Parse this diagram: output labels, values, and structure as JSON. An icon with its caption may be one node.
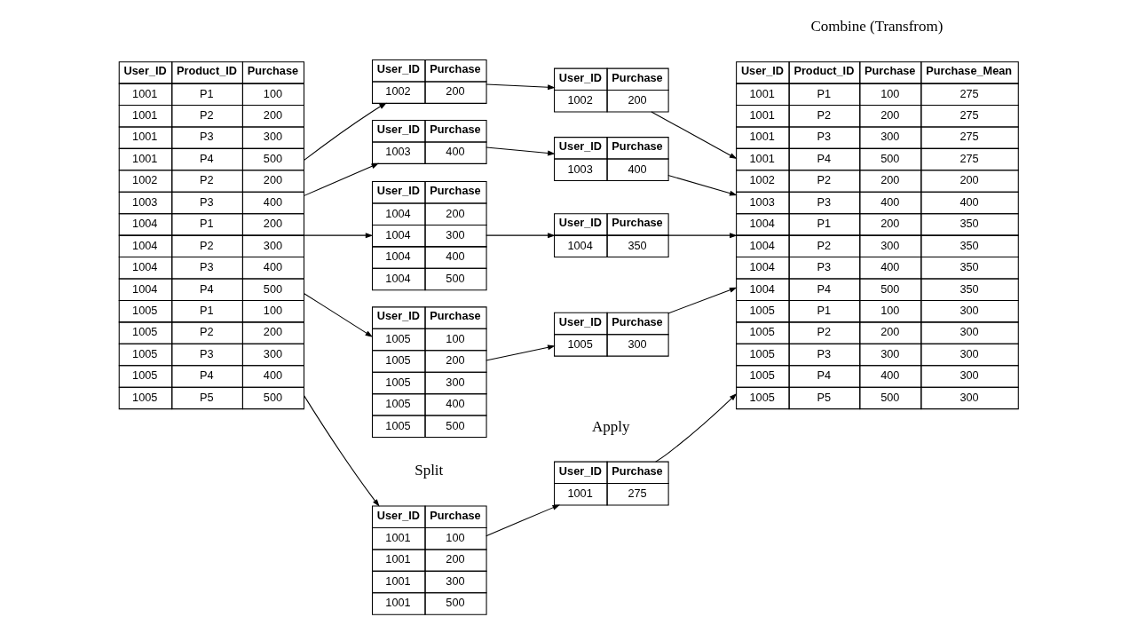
{
  "diagram": {
    "nodes": [
      {
        "text": [
          "User_ID",
          "Product_ID",
          "Purchase",
          "1001",
          "P1",
          "100",
          "1001",
          "P2",
          "200",
          "1001",
          "P3",
          "300",
          "1001",
          "P4",
          "500",
          "1002",
          "P2",
          "200",
          "1003",
          "P3",
          "400",
          "1004",
          "P1",
          "200",
          "1004",
          "P2",
          "300",
          "1004",
          "P3",
          "400",
          "1004",
          "P4",
          "500",
          "1005",
          "P1",
          "100",
          "1005",
          "P2",
          "200",
          "1005",
          "P3",
          "300",
          "1005",
          "P4",
          "400",
          "1005",
          "P5",
          "500"
        ]
      },
      {
        "text": [
          "User_ID",
          "Purchase",
          "1001",
          "100",
          "1001",
          "200",
          "1001",
          "300",
          "1001",
          "500"
        ]
      },
      {
        "text": [
          "User_ID",
          "Purchase",
          "1002",
          "200"
        ]
      },
      {
        "text": [
          "User_ID",
          "Purchase",
          "1003",
          "400"
        ]
      },
      {
        "text": [
          "User_ID",
          "Purchase",
          "1004",
          "200",
          "1004",
          "300",
          "1004",
          "400",
          "1004",
          "500"
        ]
      },
      {
        "text": [
          "User_ID",
          "Purchase",
          "1005",
          "100",
          "1005",
          "200",
          "1005",
          "300",
          "1005",
          "400",
          "1005",
          "500"
        ]
      },
      {
        "text": [
          "User_ID",
          "Purchase",
          "1001",
          "275"
        ]
      },
      {
        "text": [
          "User_ID",
          "Purchase",
          "1002",
          "200"
        ]
      },
      {
        "text": [
          "User_ID",
          "Purchase",
          "1003",
          "400"
        ]
      },
      {
        "text": [
          "User_ID",
          "Purchase",
          "1004",
          "350"
        ]
      },
      {
        "text": [
          "User_ID",
          "Purchase",
          "1005",
          "300"
        ]
      },
      {
        "text": [
          "User_ID",
          "Product_ID",
          "Purchase",
          "Purchase_Mean",
          "1001",
          "P1",
          "100",
          "275",
          "1001",
          "P2",
          "200",
          "275",
          "1001",
          "P3",
          "300",
          "275",
          "1001",
          "P4",
          "500",
          "275",
          "1002",
          "P2",
          "200",
          "200",
          "1003",
          "P3",
          "400",
          "400",
          "1004",
          "P1",
          "200",
          "350",
          "1004",
          "P2",
          "300",
          "350",
          "1004",
          "P3",
          "400",
          "350",
          "1004",
          "P4",
          "500",
          "350",
          "1005",
          "P1",
          "100",
          "300",
          "1005",
          "P2",
          "200",
          "300",
          "1005",
          "P3",
          "300",
          "300",
          "1005",
          "P4",
          "400",
          "300",
          "1005",
          "P5",
          "500",
          "300"
        ]
      }
    ],
    "edges": [
      {
        "from": 0,
        "to": 1,
        "arrow": "to"
      },
      {
        "from": 0,
        "to": 2,
        "arrow": "to"
      },
      {
        "from": 0,
        "to": 3,
        "arrow": "to"
      },
      {
        "from": 0,
        "to": 4,
        "arrow": "to"
      },
      {
        "from": 0,
        "to": 5,
        "arrow": "to"
      },
      {
        "from": 1,
        "to": 6,
        "arrow": "to"
      },
      {
        "from": 2,
        "to": 7,
        "arrow": "to"
      },
      {
        "from": 3,
        "to": 8,
        "arrow": "to"
      },
      {
        "from": 4,
        "to": 9,
        "arrow": "to"
      },
      {
        "from": 5,
        "to": 10,
        "arrow": "to"
      },
      {
        "from": 6,
        "to": 11,
        "arrow": "to"
      },
      {
        "from": 7,
        "to": 11,
        "arrow": "to"
      },
      {
        "from": 8,
        "to": 11,
        "arrow": "to"
      },
      {
        "from": 9,
        "to": 11,
        "arrow": "to"
      },
      {
        "from": 10,
        "to": 11,
        "arrow": "to"
      }
    ],
    "labels": [
      "Split",
      "Apply",
      "Combine (Transfrom)"
    ]
  }
}
